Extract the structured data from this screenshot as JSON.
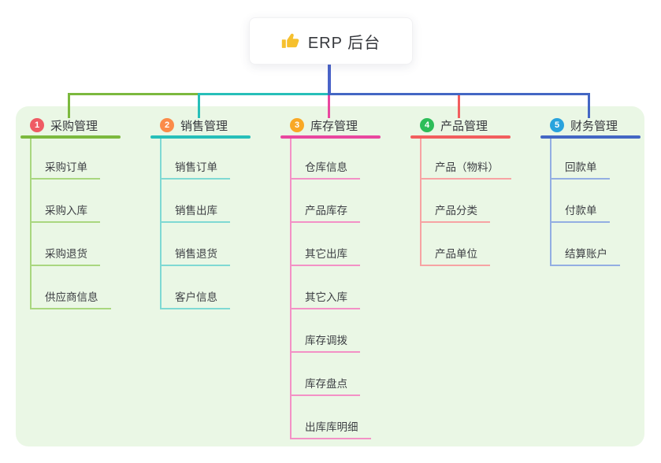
{
  "root": {
    "label": "ERP 后台",
    "icon": "thumbs-up-icon",
    "icon_color": "#f6c02e",
    "stem_color": "#4a63c8"
  },
  "panel": {
    "bg": "#eaf7e5"
  },
  "branches": [
    {
      "badge": "1",
      "label": "采购管理",
      "badge_color": "#ef5b64",
      "line_color": "#7cb93e",
      "child_line_color": "#a9d77f",
      "children": [
        "采购订单",
        "采购入库",
        "采购退货",
        "供应商信息"
      ]
    },
    {
      "badge": "2",
      "label": "销售管理",
      "badge_color": "#fb8b49",
      "line_color": "#27bfb9",
      "child_line_color": "#7fd9d3",
      "children": [
        "销售订单",
        "销售出库",
        "销售退货",
        "客户信息"
      ]
    },
    {
      "badge": "3",
      "label": "库存管理",
      "badge_color": "#f9a825",
      "line_color": "#e9479f",
      "child_line_color": "#f391c6",
      "children": [
        "仓库信息",
        "产品库存",
        "其它出库",
        "其它入库",
        "库存调拨",
        "库存盘点",
        "出库库明细"
      ]
    },
    {
      "badge": "4",
      "label": "产品管理",
      "badge_color": "#2dbd59",
      "line_color": "#f25e5e",
      "child_line_color": "#f7a3a3",
      "children": [
        "产品（物料）",
        "产品分类",
        "产品单位"
      ]
    },
    {
      "badge": "5",
      "label": "财务管理",
      "badge_color": "#29a3dd",
      "line_color": "#4467c4",
      "child_line_color": "#93aee2",
      "children": [
        "回款单",
        "付款单",
        "结算账户"
      ]
    }
  ]
}
